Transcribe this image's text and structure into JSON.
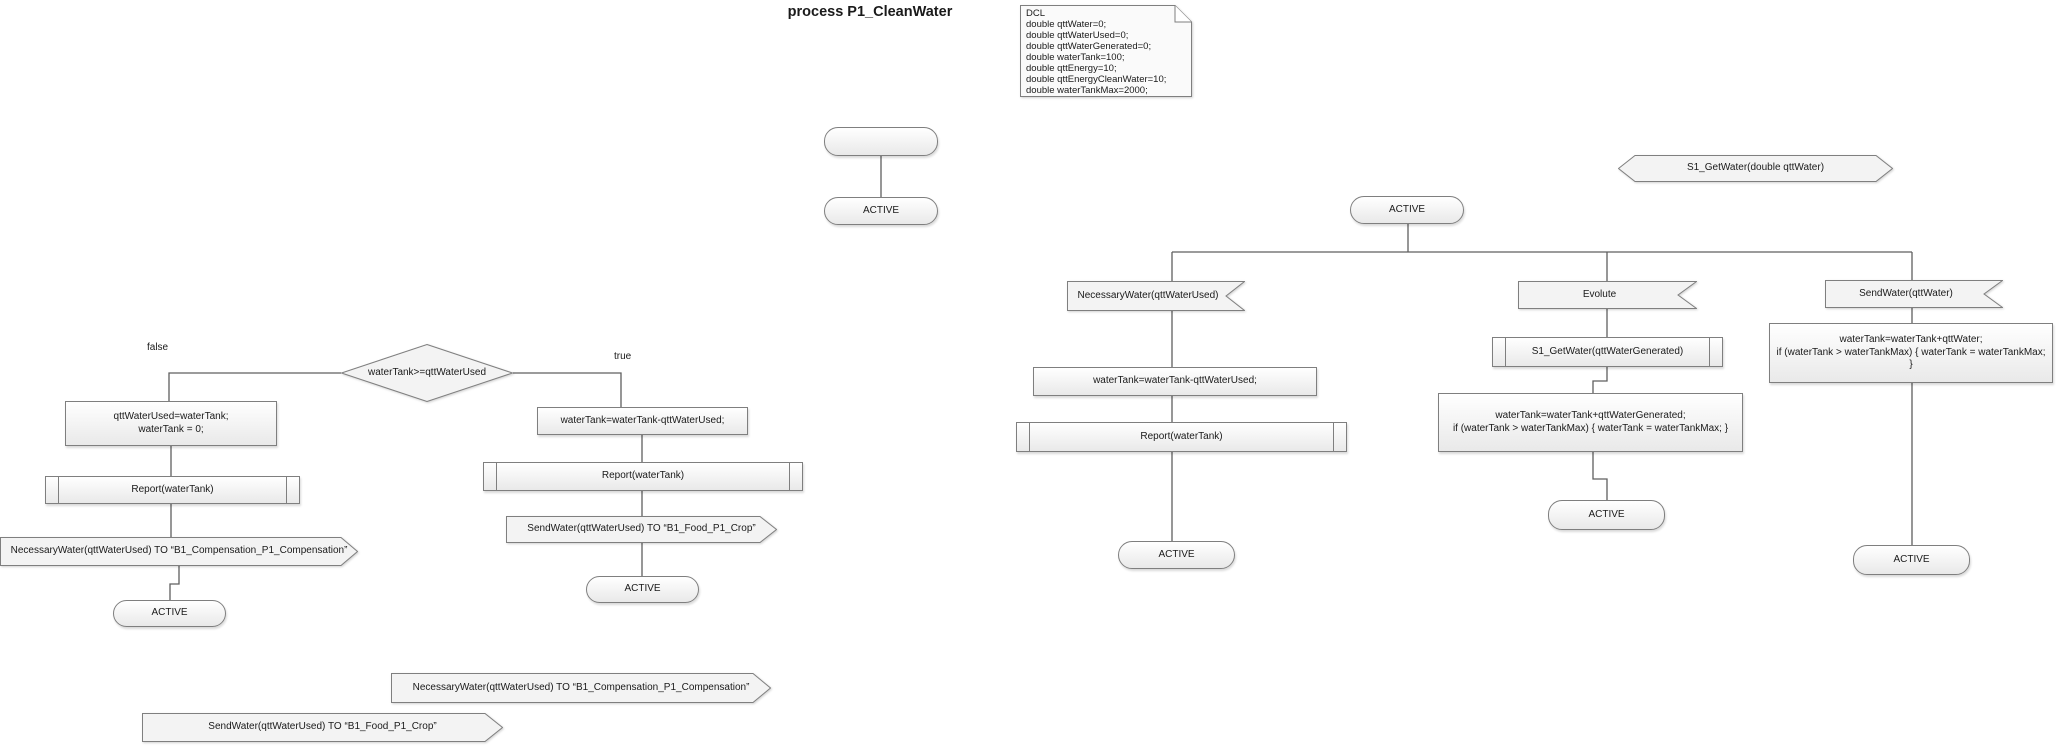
{
  "title": "process P1_CleanWater",
  "dcl": {
    "lines": [
      "DCL",
      "double qttWater=0;",
      "double qttWaterUsed=0;",
      "double qttWaterGenerated=0;",
      "double waterTank=100;",
      "double qttEnergy=10;",
      "double qttEnergyCleanWater=10;",
      "double waterTankMax=2000;"
    ]
  },
  "left_flow": {
    "start_state": "",
    "active_state": "ACTIVE",
    "decision": "waterTank>=qttWaterUsed",
    "branch_false": {
      "label": "false",
      "task": [
        "qttWaterUsed=waterTank;",
        "waterTank = 0;"
      ],
      "procedure": "Report(waterTank)",
      "output": "NecessaryWater(qttWaterUsed) TO “B1_Compensation_P1_Compensation”",
      "next_state": "ACTIVE"
    },
    "branch_true": {
      "label": "true",
      "task": [
        "waterTank=waterTank-qttWaterUsed;"
      ],
      "procedure": "Report(waterTank)",
      "output": "SendWater(qttWaterUsed) TO “B1_Food_P1_Crop”",
      "next_state": "ACTIVE"
    }
  },
  "orphan_outputs": [
    "NecessaryWater(qttWaterUsed) TO “B1_Compensation_P1_Compensation”",
    "SendWater(qttWaterUsed) TO “B1_Food_P1_Crop”"
  ],
  "right_flow": {
    "signal_declaration": "S1_GetWater(double qttWater)",
    "active_state": "ACTIVE",
    "branches": [
      {
        "input": "NecessaryWater(qttWaterUsed)",
        "task": [
          "waterTank=waterTank-qttWaterUsed;"
        ],
        "procedure": "Report(waterTank)",
        "next_state": "ACTIVE"
      },
      {
        "input": "Evolute",
        "procedure": "S1_GetWater(qttWaterGenerated)",
        "task": [
          "waterTank=waterTank+qttWaterGenerated;",
          "if (waterTank > waterTankMax) { waterTank = waterTankMax; }"
        ],
        "next_state": "ACTIVE"
      },
      {
        "input": "SendWater(qttWater)",
        "task": [
          "waterTank=waterTank+qttWater;",
          "if (waterTank > waterTankMax) { waterTank = waterTankMax; }"
        ],
        "next_state": "ACTIVE"
      }
    ]
  },
  "colors": {
    "shape_border": "#7f7f7f",
    "connector": "#5f5f5f",
    "shape_fill": "#f3f3f3",
    "text": "#1a1a1a"
  }
}
